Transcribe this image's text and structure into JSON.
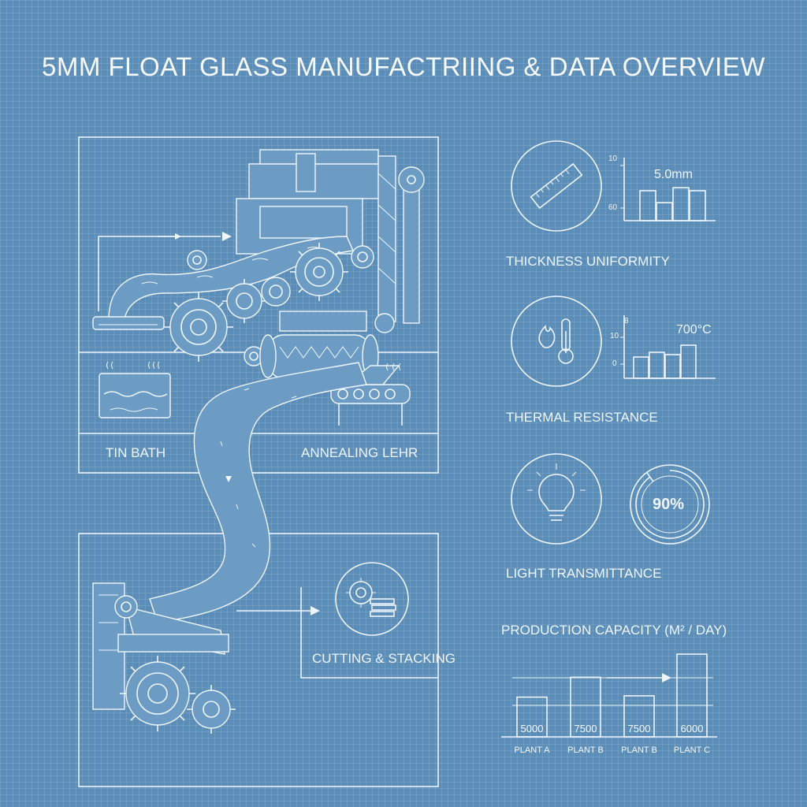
{
  "title": "5MM FLOAT GLASS MANUFACTRIING & DATA OVERVIEW",
  "process": {
    "stages": [
      {
        "label": "TIN BATH"
      },
      {
        "label": "ANNEALING LEHR"
      },
      {
        "label": "CUTTING & STACKING"
      }
    ]
  },
  "metrics": {
    "thickness": {
      "label": "THICKNESS UNIFORMITY",
      "value": "5.0mm",
      "ticks": [
        "10",
        "60"
      ],
      "icon": "ruler-icon",
      "bars": [
        0.5,
        0.3,
        0.55,
        0.5
      ]
    },
    "thermal": {
      "label": "THERMAL RESISTANCE",
      "value": "700°C",
      "ticks": [
        "8",
        "10",
        "0"
      ],
      "icon": "thermometer-flame-icon",
      "bars": [
        0.45,
        0.55,
        0.5,
        0.7
      ]
    },
    "light": {
      "label": "LIGHT TRANSMITTANCE",
      "value": "90%",
      "percent": 90,
      "icon": "lightbulb-icon"
    }
  },
  "chart_data": {
    "type": "bar",
    "title": "PRODUCTION CAPACITY (M² / DAY)",
    "categories": [
      "PLANT A",
      "PLANT B",
      "PLANT B",
      "PLANT C"
    ],
    "values": [
      5000,
      7500,
      7500,
      6000
    ],
    "value_labels": [
      "5000",
      "7500",
      "7500",
      "6000"
    ],
    "bar_heights": [
      0.6,
      0.9,
      0.62,
      1.25
    ],
    "grid": true
  }
}
